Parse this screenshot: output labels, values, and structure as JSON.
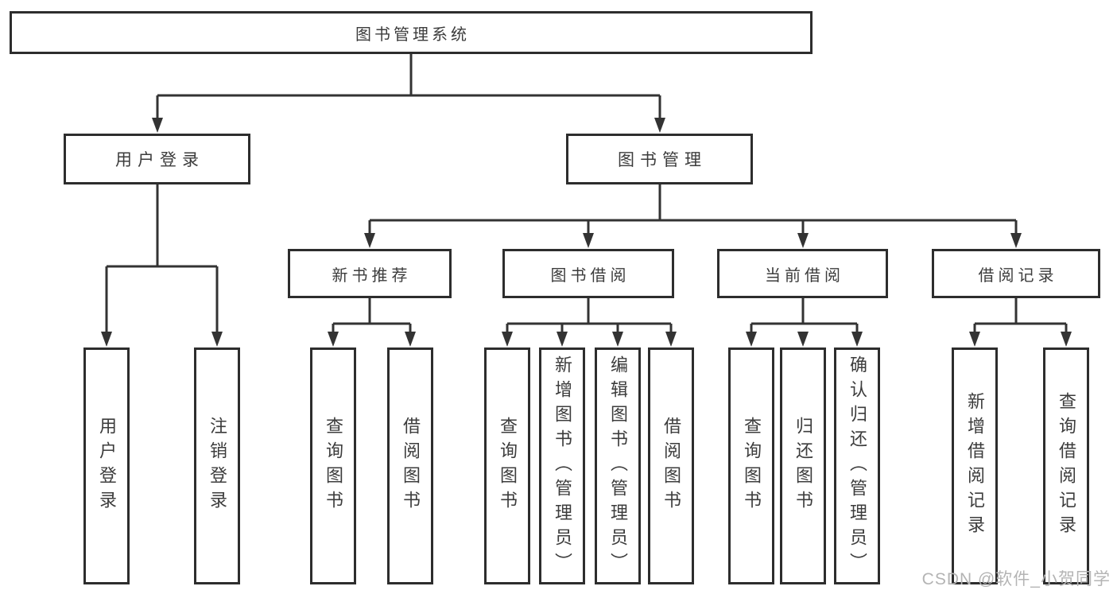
{
  "nodes": {
    "root": {
      "label": "图书管理系统"
    },
    "userLogin": {
      "label": "用户登录",
      "children": [
        {
          "label": "用户登录"
        },
        {
          "label": "注销登录"
        }
      ]
    },
    "bookMgmt": {
      "label": "图书管理",
      "children": [
        {
          "label": "新书推荐",
          "children": [
            {
              "label": "查询图书"
            },
            {
              "label": "借阅图书"
            }
          ]
        },
        {
          "label": "图书借阅",
          "children": [
            {
              "label": "查询图书"
            },
            {
              "label": "新增图书（管理员）"
            },
            {
              "label": "编辑图书（管理员）"
            },
            {
              "label": "借阅图书"
            }
          ]
        },
        {
          "label": "当前借阅",
          "children": [
            {
              "label": "查询图书"
            },
            {
              "label": "归还图书"
            },
            {
              "label": "确认归还（管理员）"
            }
          ]
        },
        {
          "label": "借阅记录",
          "children": [
            {
              "label": "新增借阅记录"
            },
            {
              "label": "查询借阅记录"
            }
          ]
        }
      ]
    }
  },
  "watermark": "CSDN @软件_小贺同学",
  "colors": {
    "bg": "#ffffff",
    "line": "#333333",
    "box_border": "#2d2d2d",
    "text": "#3c3c3c",
    "watermark": "#b4b4b4"
  }
}
